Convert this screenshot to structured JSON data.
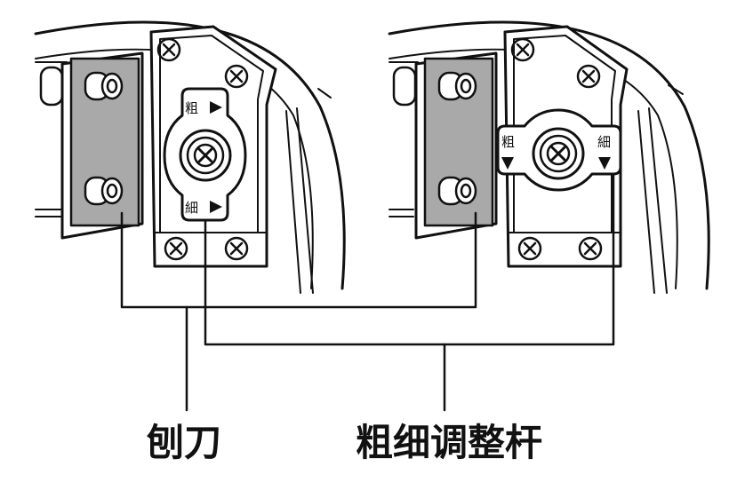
{
  "labels": {
    "blade": "刨刀",
    "adjust_lever": "粗细调整杆"
  },
  "left_view": {
    "knob_top_text": "粗",
    "knob_bottom_text": "細"
  },
  "right_view": {
    "knob_left_text": "粗",
    "knob_right_text": "細"
  },
  "colors": {
    "line": "#111111",
    "blade_fill": "#a9a9a9",
    "background": "#ffffff"
  }
}
